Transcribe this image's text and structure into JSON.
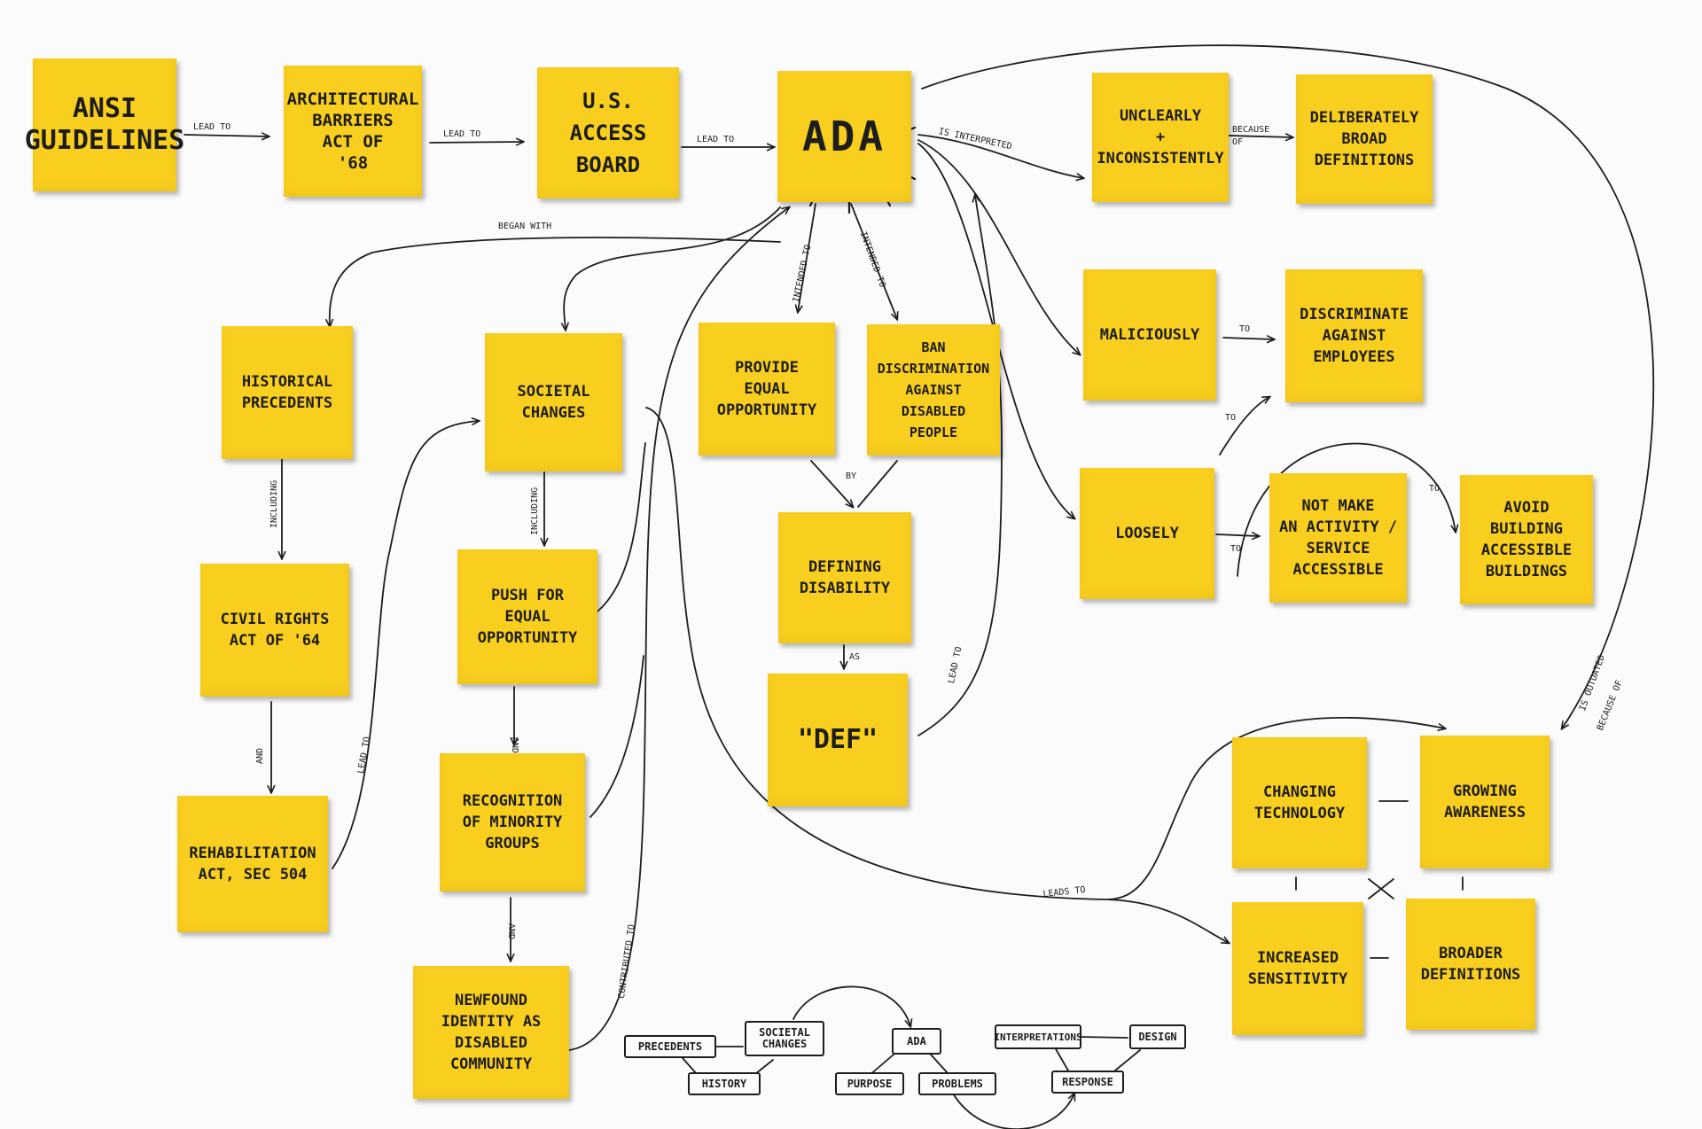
{
  "notes": {
    "ansi": "ANSI\nGuidelines",
    "aba": "Architectural\nBarriers\nAct of\n'68",
    "access_board": "U.S.\nAccess\nBoard",
    "ada": "ADA",
    "unclearly": "Unclearly\n+\nInconsistently",
    "broad": "Deliberately\nBroad\nDefinitions",
    "maliciously": "Maliciously",
    "discriminate": "Discriminate\nAgainst\nEmployees",
    "loosely": "Loosely",
    "not_make": "Not Make\nAn Activity /\nService\nAccessible",
    "avoid": "Avoid\nBuilding\nAccessible\nBuildings",
    "historical": "Historical\nPrecedents",
    "societal": "Societal\nChanges",
    "equal_opp": "Provide\nEqual\nOpportunity",
    "ban": "Ban Discrimination\nAgainst\nDisabled\nPeople",
    "civil": "Civil Rights\nAct of '64",
    "push": "Push For\nEqual\nOpportunity",
    "defining": "Defining\nDisability",
    "def": "\"Def\"",
    "rehab": "Rehabilitation\nAct, Sec 504",
    "minority": "Recognition\nof Minority\nGroups",
    "newfound": "Newfound\nIdentity as\nDisabled\nCommunity",
    "changing_tech": "Changing\nTechnology",
    "growing": "Growing\nAwareness",
    "increased": "Increased\nSensitivity",
    "broader": "Broader\nDefinitions"
  },
  "labels": {
    "lead_to_1": "Lead to",
    "lead_to_2": "Lead to",
    "lead_to_3": "Lead to",
    "is_interpreted": "Is Interpreted",
    "because_of": "Because of",
    "to_1": "To",
    "to_2": "To",
    "to_3": "To",
    "to_4": "To",
    "began_with": "Began With",
    "intended_to_1": "Intended to",
    "intended_to_2": "Intended to",
    "including_1": "Including",
    "including_2": "Including",
    "by": "By",
    "as": "As",
    "and_1": "And",
    "and_2": "And",
    "and_3": "And",
    "lead_to_4": "Lead to",
    "lead_to_5": "Lead to",
    "contributed_to": "Contributed to",
    "leads_to": "Leads to",
    "is_outdated": "Is outdated",
    "because_of_2": "because of"
  },
  "legend": {
    "precedents": "Precedents",
    "societal": "Societal\nChanges",
    "history": "History",
    "ada": "ADA",
    "purpose": "Purpose",
    "problems": "Problems",
    "interpretations": "Interpretations",
    "design": "Design",
    "response": "Response"
  },
  "colors": {
    "note": "#f9cf1f",
    "ink": "#1d1d1d",
    "paper": "#fbfbfb"
  }
}
